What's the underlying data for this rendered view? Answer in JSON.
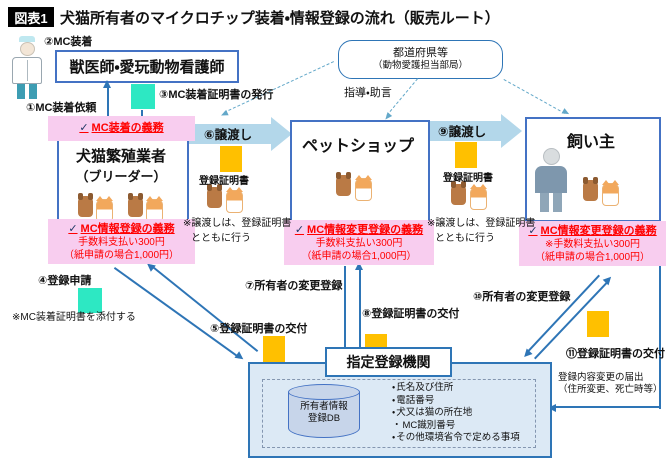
{
  "title": {
    "badge": "図表1",
    "text": "犬猫所有者のマイクロチップ装着・情報登録の流れ（販売ルート）"
  },
  "check": "✓",
  "vet": {
    "attach_label": "②MC装着",
    "name": "獣医師・愛玩動物看護師",
    "request_label": "①MC装着依頼",
    "cert_label": "③MC装着証明書の発行"
  },
  "prefecture": {
    "name": "都道府県等",
    "dept": "（動物愛護担当部局）",
    "guidance_label": "指導・助言"
  },
  "breeder": {
    "duty_top": "MC装着の義務",
    "name_line1": "犬猫繁殖業者",
    "name_line2": "（ブリーダー）",
    "duty_bottom": "MC情報登録の義務",
    "fee_line1": "手数料支払い300円",
    "fee_line2": "（紙申請の場合1,000円）"
  },
  "petshop": {
    "name": "ペットショップ",
    "duty": "MC情報変更登録の義務",
    "fee_line1": "手数料支払い300円",
    "fee_line2": "（紙申請の場合1,000円）"
  },
  "owner": {
    "name": "飼い主",
    "duty": "MC情報変更登録の義務",
    "fee_line1": "※手数料支払い300円",
    "fee_line2": "（紙申請の場合1,000円）"
  },
  "transfer_breeder_petshop": {
    "label": "⑥譲渡し",
    "cert_label": "登録証明書",
    "note_line1": "※譲渡しは、登録証明書",
    "note_line2": "とともに行う"
  },
  "transfer_petshop_owner": {
    "label": "⑨譲渡し",
    "cert_label": "登録証明書",
    "note_line1": "※譲渡しは、登録証明書",
    "note_line2": "とともに行う"
  },
  "steps": {
    "s4": "④登録申請",
    "s4_note": "※MC装着証明書を添付する",
    "s5": "⑤登録証明書の交付",
    "s7": "⑦所有者の変更登録",
    "s8": "⑧登録証明書の交付",
    "s10": "⑩所有者の変更登録",
    "s11": "⑪登録証明書の交付",
    "change_line1": "登録内容変更の届出",
    "change_line2": "（住所変更、死亡時等）"
  },
  "registry": {
    "title": "指定登録機関",
    "db_line1": "所有者情報",
    "db_line2": "登録DB",
    "items": [
      "氏名及び住所",
      "電話番号",
      "犬又は猫の所在地",
      "MC識別番号",
      "その他環境省令で定める事項"
    ]
  },
  "colors": {
    "box_border": "#4472C4",
    "arrow_blue": "#2E75B6",
    "banner_pink": "#F8CDEF",
    "duty_red": "#FF0000",
    "block_arrow_blue": "#B3D7EA",
    "cert_orange": "#FFC000",
    "apply_teal": "#2DE8C3",
    "registry_fill": "#DCE9F5",
    "dashed_blue": "#63A8C9"
  }
}
